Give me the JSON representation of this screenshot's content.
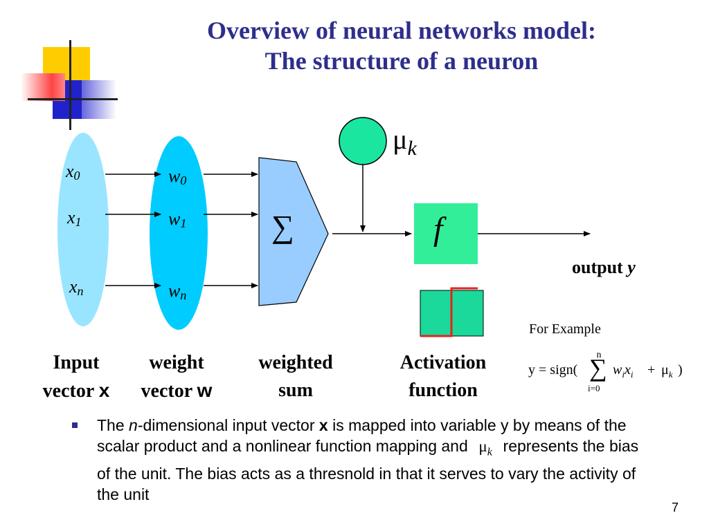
{
  "slide": {
    "title_line1": "Overview of neural networks model:",
    "title_line2": "The structure of a neuron",
    "page_number": "7"
  },
  "diagram": {
    "inputs": [
      {
        "sym": "x",
        "sub": "0"
      },
      {
        "sym": "x",
        "sub": "1"
      },
      {
        "sym": "x",
        "sub": "n"
      }
    ],
    "weights": [
      {
        "sym": "w",
        "sub": "0"
      },
      {
        "sym": "w",
        "sub": "1"
      },
      {
        "sym": "w",
        "sub": "n"
      }
    ],
    "sum_symbol": "∑",
    "bias_symbol": "μ",
    "bias_sub": "k",
    "activation_symbol": "f",
    "output_label": "output",
    "output_var": "y",
    "example_label": "For Example",
    "formula": {
      "lhs": "y = sign(",
      "sum": "∑",
      "upper": "n",
      "lower": "i=0",
      "w": "w",
      "w_sub": "i",
      "x": "x",
      "x_sub": "i",
      "plus": "+",
      "mu": "μ",
      "mu_sub": "k",
      "close": ")"
    },
    "captions": {
      "input_line1": "Input",
      "input_line2": "vector",
      "input_var": "x",
      "weight_line1": "weight",
      "weight_line2": "vector",
      "weight_var": "w",
      "sum_line1": "weighted",
      "sum_line2": "sum",
      "act_line1": "Activation",
      "act_line2": "function"
    }
  },
  "bullet": {
    "p1": "The ",
    "n": "n",
    "p2": "-dimensional input vector ",
    "x": "x",
    "p3": " is mapped into variable y by means of the scalar product and a nonlinear function mapping and ",
    "mu": "μ",
    "mu_sub": "k",
    "p4": " represents the bias of the unit. The bias acts as a thresnold in that it serves to vary the activity of the unit"
  },
  "colors": {
    "title": "#2e2e8c",
    "input_ellipse": "#99e5ff",
    "weight_ellipse": "#00ccff",
    "sum_shape": "#99ccff",
    "activation_box": "#33ee99",
    "bias_circle": "#1ae6a0",
    "step_box": "#1ad99a",
    "step_line": "#e8201e"
  }
}
